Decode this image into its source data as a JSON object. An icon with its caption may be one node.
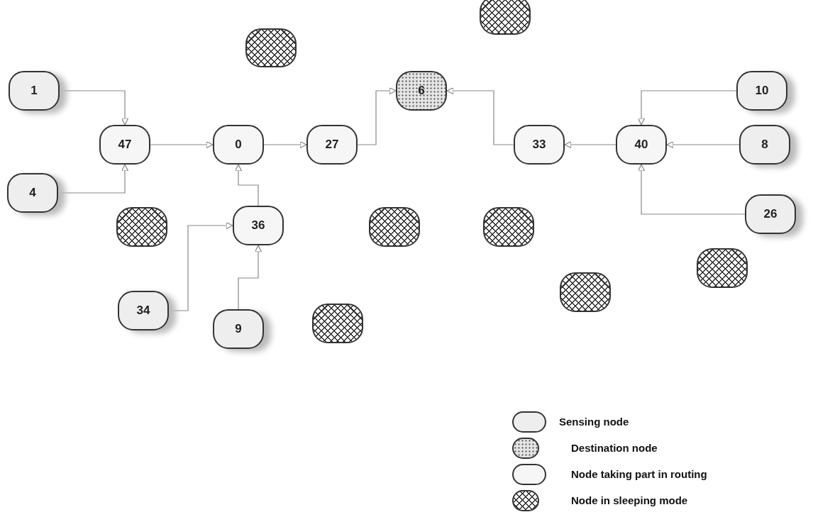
{
  "diagram": {
    "nodes": [
      {
        "text": [],
        "shape": "box"
      },
      {
        "text": [],
        "shape": "box"
      },
      {
        "text": [
          "1"
        ]
      },
      {
        "text": [
          "6"
        ]
      },
      {
        "text": [
          "10"
        ]
      },
      {
        "text": [
          "47"
        ]
      },
      {
        "text": [
          "0"
        ]
      },
      {
        "text": [
          "27"
        ]
      },
      {
        "text": [
          "33"
        ]
      },
      {
        "text": [
          "40"
        ]
      },
      {
        "text": [
          "8"
        ]
      },
      {
        "text": [
          "4"
        ]
      },
      {
        "text": [
          "26"
        ]
      },
      {
        "text": [
          "36"
        ]
      },
      {
        "text": [],
        "shape": "box"
      },
      {
        "text": [],
        "shape": "box"
      },
      {
        "text": [],
        "shape": "box"
      },
      {
        "text": [],
        "shape": "box"
      },
      {
        "text": [],
        "shape": "box"
      },
      {
        "text": [
          "34"
        ]
      },
      {
        "text": [],
        "shape": "box"
      },
      {
        "text": [
          "9"
        ]
      }
    ],
    "edges": [
      {
        "from": 2,
        "to": 5,
        "arrow": "to"
      },
      {
        "from": 11,
        "to": 5,
        "arrow": "to"
      },
      {
        "from": 5,
        "to": 6,
        "arrow": "to"
      },
      {
        "from": 6,
        "to": 7,
        "arrow": "to"
      },
      {
        "from": 7,
        "to": 3,
        "arrow": "to"
      },
      {
        "from": 13,
        "to": 6,
        "arrow": "to"
      },
      {
        "from": 19,
        "to": 13,
        "arrow": "to"
      },
      {
        "from": 21,
        "to": 13,
        "arrow": "to"
      },
      {
        "from": 8,
        "to": 3,
        "arrow": "to"
      },
      {
        "from": 9,
        "to": 8,
        "arrow": "to"
      },
      {
        "from": 4,
        "to": 9,
        "arrow": "to"
      },
      {
        "from": 10,
        "to": 9,
        "arrow": "to"
      },
      {
        "from": 12,
        "to": 9,
        "arrow": "to"
      }
    ],
    "legend": [
      {
        "text": "Sensing node"
      },
      {
        "text": "Destination node"
      },
      {
        "text": "Node taking part in routing"
      },
      {
        "text": "Node in sleeping mode"
      }
    ]
  }
}
